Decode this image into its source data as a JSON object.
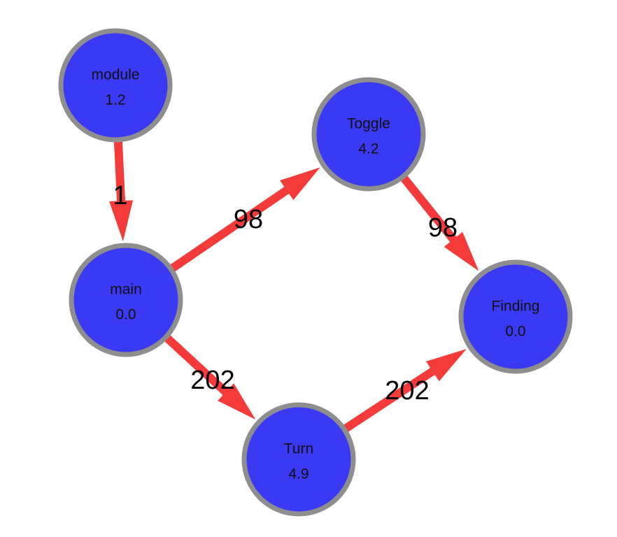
{
  "colors": {
    "node_fill": "#3a3af5",
    "node_border": "#8e8e8e",
    "edge": "#f53a3a",
    "background": "#ffffff"
  },
  "nodes": [
    {
      "id": "module",
      "name": "module",
      "value": "1.2"
    },
    {
      "id": "toggle",
      "name": "Toggle",
      "value": "4.2"
    },
    {
      "id": "main",
      "name": "main",
      "value": "0.0"
    },
    {
      "id": "finding",
      "name": "Finding",
      "value": "0.0"
    },
    {
      "id": "turn",
      "name": "Turn",
      "value": "4.9"
    }
  ],
  "edges": [
    {
      "from": "module",
      "to": "main",
      "label": "1"
    },
    {
      "from": "main",
      "to": "toggle",
      "label": "98"
    },
    {
      "from": "toggle",
      "to": "finding",
      "label": "98"
    },
    {
      "from": "main",
      "to": "turn",
      "label": "202"
    },
    {
      "from": "turn",
      "to": "finding",
      "label": "202"
    }
  ]
}
